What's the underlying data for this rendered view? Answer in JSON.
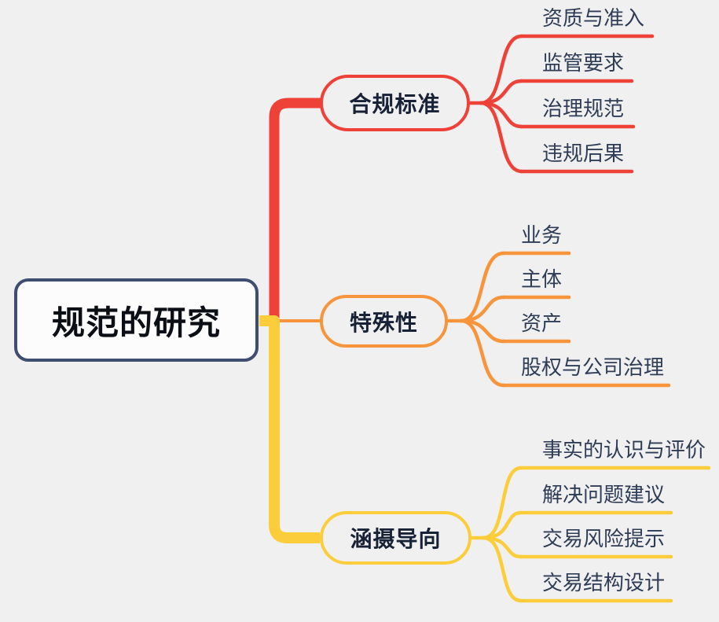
{
  "app": {
    "type": "mindmap",
    "background_color": "#f0f0f1"
  },
  "colors": {
    "central_border": "#3e4d70",
    "central_fill": "#fcfcfc",
    "central_text": "#0b0e14",
    "branch_text": "#182236",
    "leaf_text": "#2e3d55",
    "red": "#ee4137",
    "orange": "#f6953b",
    "yellow": "#fccd3a"
  },
  "root": {
    "label": "规范的研究"
  },
  "branches": [
    {
      "label": "合规标准",
      "color": "#ee4137",
      "children": [
        "资质与准入",
        "监管要求",
        "治理规范",
        "违规后果"
      ]
    },
    {
      "label": "特殊性",
      "color": "#f6953b",
      "children": [
        "业务",
        "主体",
        "资产",
        "股权与公司治理"
      ]
    },
    {
      "label": "涵摄导向",
      "color": "#fccd3a",
      "children": [
        "事实的认识与评价",
        "解决问题建议",
        "交易风险提示",
        "交易结构设计"
      ]
    }
  ]
}
